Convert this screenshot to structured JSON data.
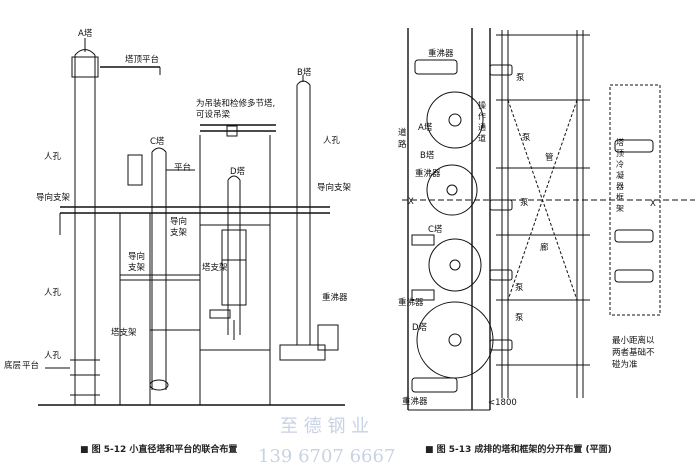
{
  "fig12": {
    "tower_a": "A塔",
    "tower_top_platform": "塔顶平台",
    "tower_b": "B塔",
    "hoist_note_1": "为吊装和检修多节塔,",
    "hoist_note_2": "可设吊梁",
    "manhole": "人孔",
    "tower_c": "C塔",
    "platform": "平台",
    "tower_d": "D塔",
    "guide_support": "导向支架",
    "guide_1": "导向",
    "support_1": "支架",
    "tower_support": "塔支架",
    "reboiler": "重沸器",
    "bottom_platform_1": "底层",
    "bottom_platform_2": "平台",
    "caption": "■ 图 5-12   小直径塔和平台的联合布置"
  },
  "fig13": {
    "reboiler": "重沸器",
    "tower_a": "A塔",
    "tower_b": "B塔",
    "tower_c": "C塔",
    "tower_d": "D塔",
    "road": "道路",
    "operation_passage": "操作通道",
    "pump": "泵",
    "pipe": "管",
    "corridor": "廊",
    "axis_x": "X",
    "overhead_condenser_frame": "塔顶冷凝器框架",
    "min_distance_1": "最小距离以",
    "min_distance_2": "两者基础不",
    "min_distance_3": "碰为准",
    "dim_1800": "<1800",
    "caption": "■ 图 5-13   成排的塔和框架的分开布置 (平面)"
  },
  "watermark": {
    "company": "至 德 钢 业",
    "phone": "139 6707 6667"
  }
}
